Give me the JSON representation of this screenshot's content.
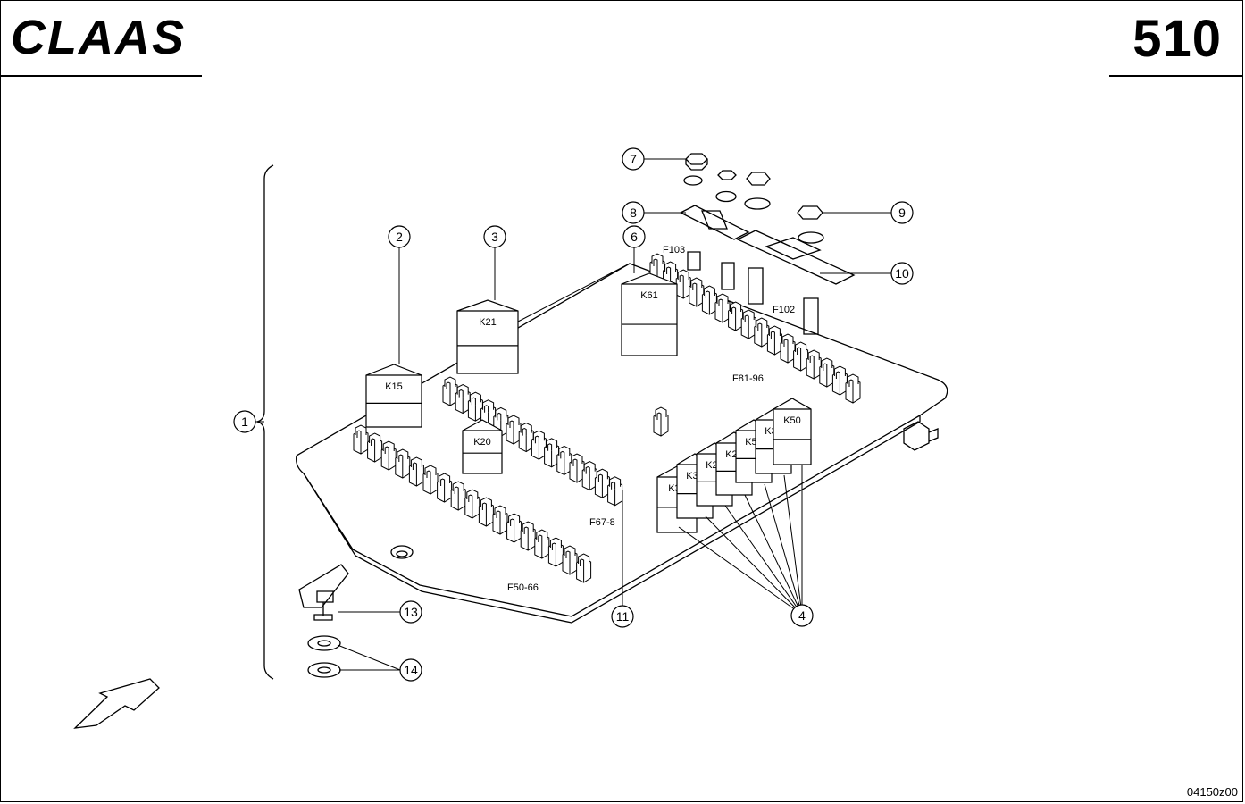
{
  "header": {
    "brand": "CLAAS",
    "page_number": "510"
  },
  "footer": {
    "drawing_code": "04150z00"
  },
  "callouts": [
    "1",
    "2",
    "3",
    "4",
    "6",
    "7",
    "8",
    "9",
    "10",
    "11",
    "13",
    "14"
  ],
  "relays": [
    "K15",
    "K21",
    "K20",
    "K61",
    "K33",
    "K32",
    "K23",
    "K22",
    "K51",
    "K31",
    "K50"
  ],
  "fuse_labels": {
    "f50": "F50-66",
    "f67": "F67-8",
    "f81": "F81-96",
    "f102": "F102",
    "f103": "F103"
  },
  "colors": {
    "line": "#000000",
    "fill": "#ffffff"
  }
}
